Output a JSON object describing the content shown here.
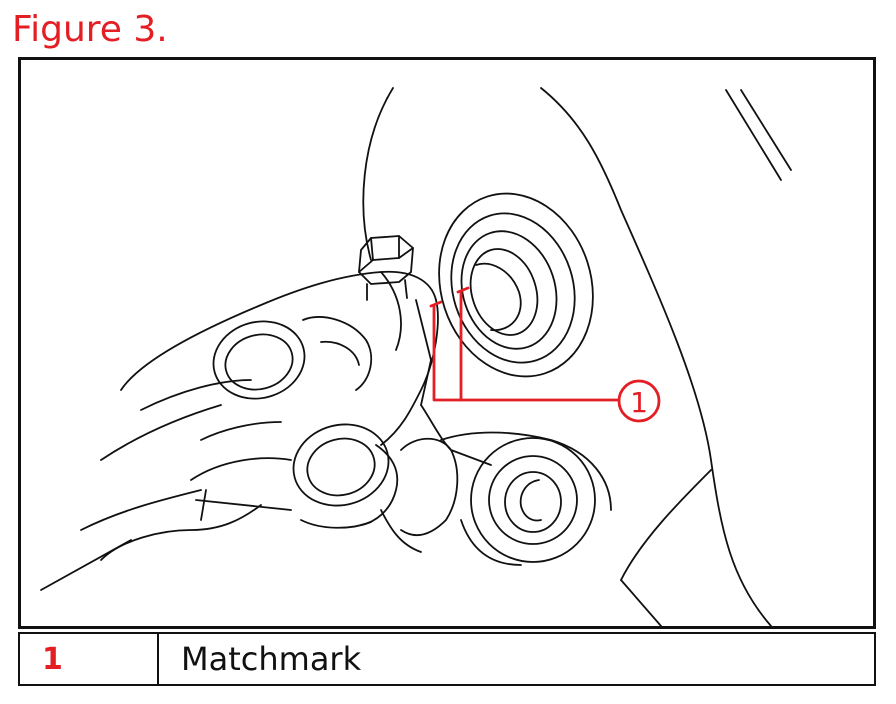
{
  "figure": {
    "title": "Figure 3.",
    "callout_number": "1"
  },
  "legend": {
    "rows": [
      {
        "number": "1",
        "description": "Matchmark"
      }
    ]
  },
  "colors": {
    "accent": "#e31e24",
    "line": "#111111",
    "background": "#ffffff"
  }
}
